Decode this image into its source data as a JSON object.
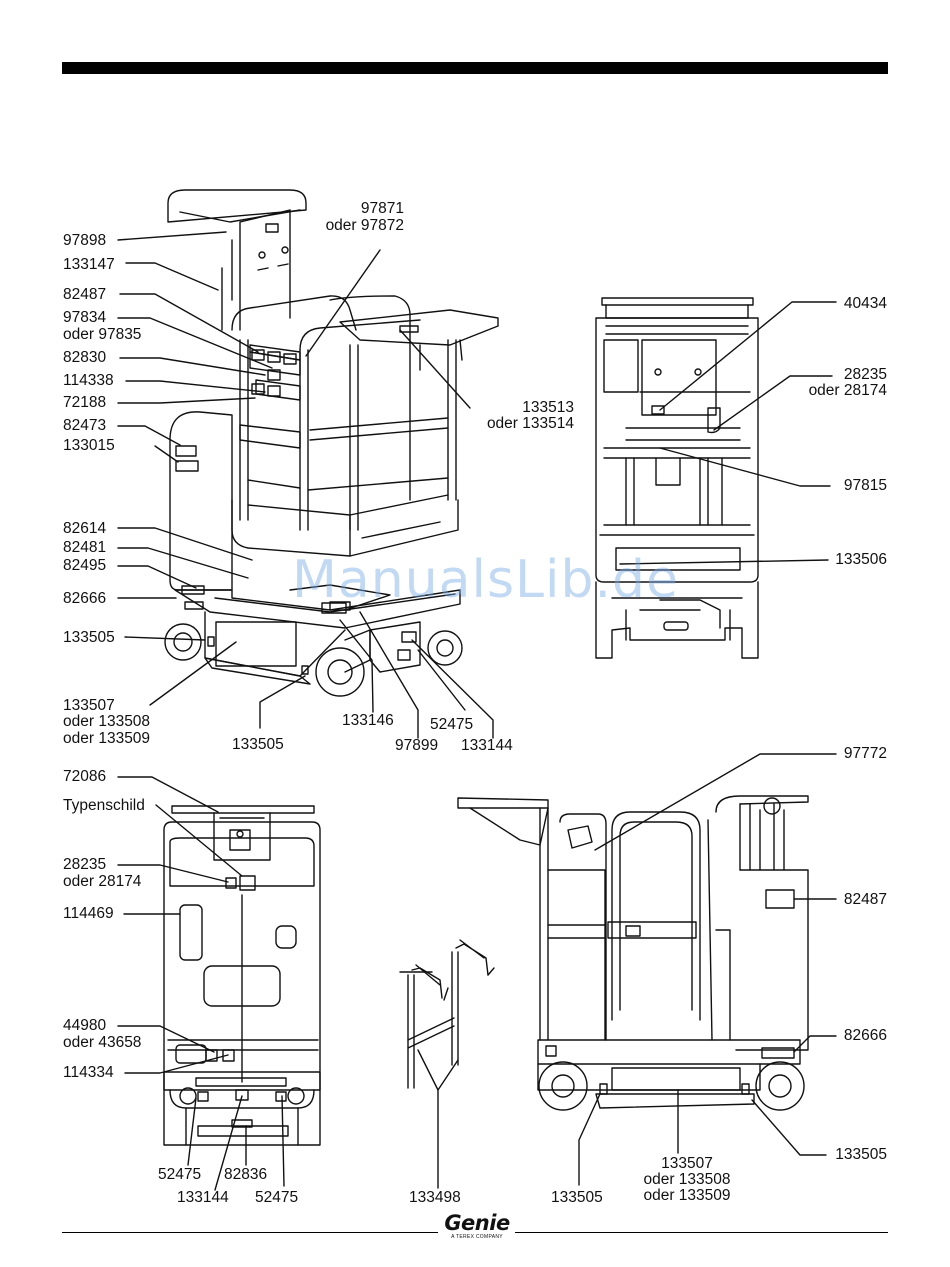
{
  "watermark": "ManualsLib.de",
  "brand": {
    "name": "Genie",
    "tagline": "A TEREX COMPANY"
  },
  "labels": {
    "v1": [
      "97871",
      "oder 97872",
      "97898",
      "133147",
      "82487",
      "97834",
      "oder 97835",
      "82830",
      "114338",
      "72188",
      "82473",
      "133015",
      "133513",
      "oder 133514",
      "82614",
      "82481",
      "82495",
      "82666",
      "133505",
      "133507",
      "oder 133508",
      "oder 133509",
      "133505",
      "133146",
      "97899",
      "52475",
      "133144"
    ],
    "v2": [
      "40434",
      "28235",
      "oder 28174",
      "97815",
      "133506"
    ],
    "v3": [
      "72086",
      "Typenschild",
      "28235",
      "oder 28174",
      "114469",
      "44980",
      "oder 43658",
      "114334",
      "52475",
      "82836",
      "133144",
      "52475"
    ],
    "v4": [
      "133498"
    ],
    "v5": [
      "97772",
      "82487",
      "82666",
      "133505",
      "133507",
      "oder 133508",
      "oder 133509",
      "133505"
    ]
  }
}
